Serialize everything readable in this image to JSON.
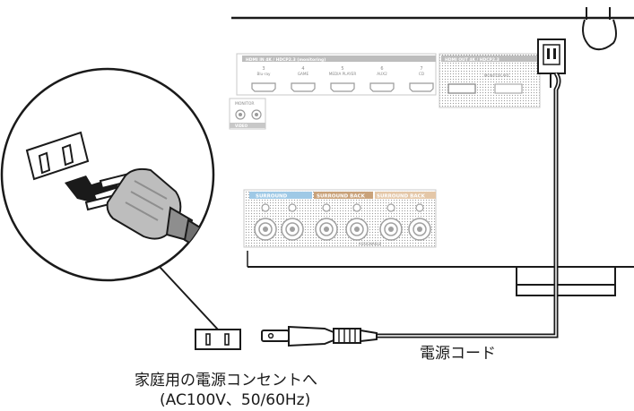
{
  "labels": {
    "power_cord": "電源コード",
    "outlet_line1": "家庭用の電源コンセントへ",
    "outlet_line2": "(AC100V、50/60Hz)"
  },
  "panel": {
    "hdmi_header": "HDMI IN 4K / HDCP2.3 (monitoring)",
    "hdmi_out_header": "HDMI OUT  4K / HDCP2.3",
    "hdmi_inputs": [
      {
        "num": "3",
        "name": "Blu-ray"
      },
      {
        "num": "4",
        "name": "GAME"
      },
      {
        "num": "5",
        "name": "MEDIA PLAYER"
      },
      {
        "num": "6",
        "name": "AUX2"
      },
      {
        "num": "7",
        "name": "CD"
      }
    ],
    "hdmi_out_label": "MONITOR ARC",
    "monitor_label": "MONITOR",
    "video_label": "VIDEO",
    "speaker_labels": {
      "surround": "SURROUND",
      "surround_back": "SURROUND BACK",
      "surround_back2": "SURROUND BACK",
      "assignable": "ASSIGNABLE"
    }
  },
  "colors": {
    "line": "#1a1a1a",
    "panel_gray": "#b5b5b5",
    "surround_blue": "#9fc9e6",
    "surround_back_orange": "#c9a27a"
  }
}
